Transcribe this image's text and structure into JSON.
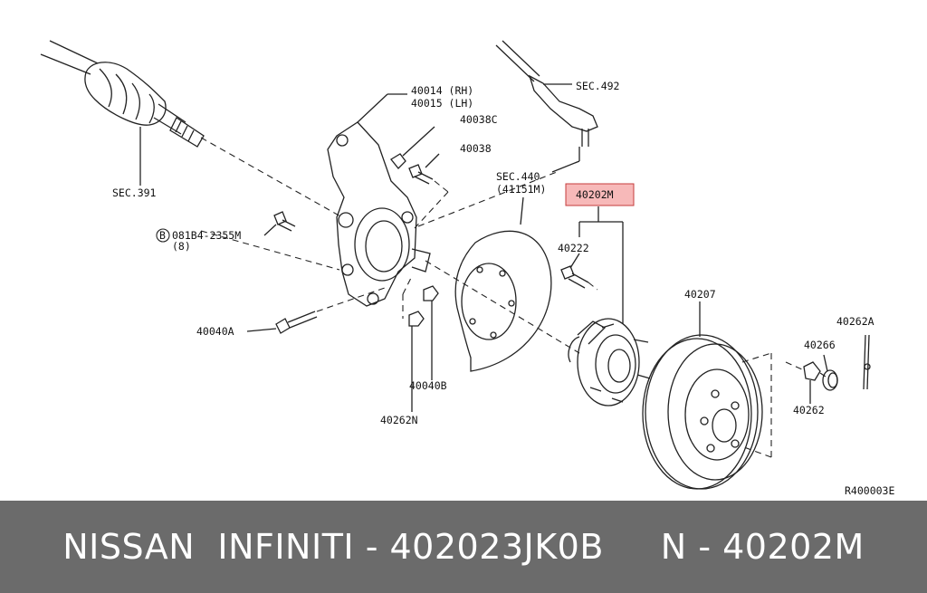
{
  "labels": {
    "sec391": "SEC.391",
    "p40014": "40014 (RH)",
    "p40015": "40015 (LH)",
    "p40038c": "40038C",
    "p40038": "40038",
    "sec492": "SEC.492",
    "sec440": "SEC.440",
    "p41151m": "(41151M)",
    "p40202m": "40202M",
    "p40222": "40222",
    "bolt_code": "081B4-2355M",
    "bolt_qty": "(8)",
    "bolt_marker": "B",
    "p40040a": "40040A",
    "p40040b": "40040B",
    "p40262n": "40262N",
    "p40207": "40207",
    "p40262a": "40262A",
    "p40266": "40266",
    "p40262": "40262",
    "ref_code": "R400003E"
  },
  "footer": {
    "text": "NISSAN  INFINITI - 402023JK0B     N - 40202M"
  },
  "highlight_color": "#f08080"
}
